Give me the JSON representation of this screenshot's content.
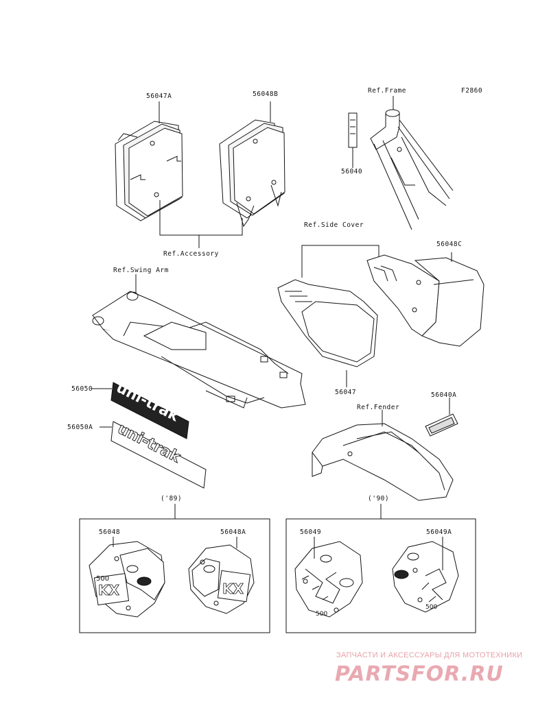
{
  "diagram_code": "F2860",
  "labels": {
    "p56047A": "56047A",
    "p56048B": "56048B",
    "ref_frame": "Ref.Frame",
    "p56040": "56040",
    "ref_accessory": "Ref.Accessory",
    "ref_side_cover": "Ref.Side Cover",
    "p56048C": "56048C",
    "ref_swing_arm": "Ref.Swing Arm",
    "p56050": "56050",
    "p56050A": "56050A",
    "p56047": "56047",
    "p56040A": "56040A",
    "ref_fender": "Ref.Fender",
    "year_89": "('89)",
    "year_90": "('90)",
    "p56048": "56048",
    "p56048A": "56048A",
    "p56049": "56049",
    "p56049A": "56049A"
  },
  "decals": {
    "unitrak_text": "uni-trak",
    "kx_text": "KX",
    "cc_text": "500"
  },
  "watermark": {
    "subtitle": "ЗАПЧАСТИ И АКСЕССУАРЫ ДЛЯ МОТОТЕХНИКИ",
    "brand": "PARTSFOR.RU"
  }
}
